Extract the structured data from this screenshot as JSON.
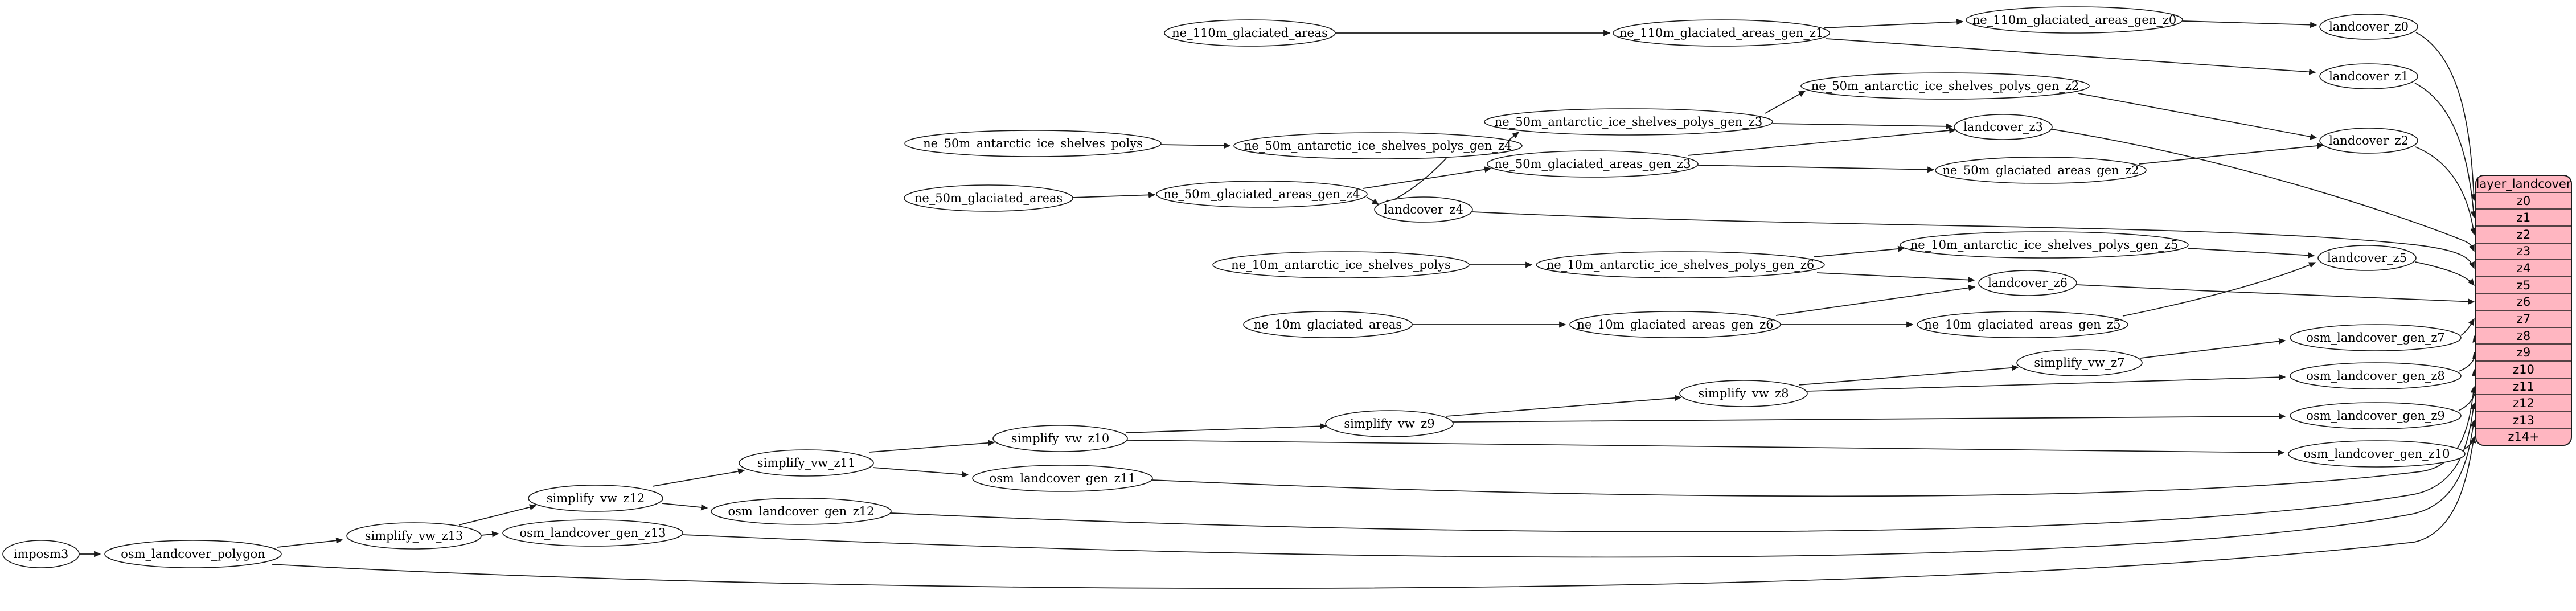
{
  "diagram_type": "graphviz-dependency-graph",
  "colors": {
    "background": "#ffffff",
    "node_fill": "#ffffff",
    "node_border": "#1a1a1a",
    "edge": "#1a1a1a",
    "table_fill": "#ffb6c1",
    "table_border": "#1a1a1a",
    "text": "#000000"
  },
  "nodes": {
    "imposm3": "imposm3",
    "osm_landcover_polygon": "osm_landcover_polygon",
    "simplify_vw_z13": "simplify_vw_z13",
    "osm_landcover_gen_z13": "osm_landcover_gen_z13",
    "simplify_vw_z12": "simplify_vw_z12",
    "osm_landcover_gen_z12": "osm_landcover_gen_z12",
    "simplify_vw_z11": "simplify_vw_z11",
    "osm_landcover_gen_z11": "osm_landcover_gen_z11",
    "simplify_vw_z10": "simplify_vw_z10",
    "simplify_vw_z9": "simplify_vw_z9",
    "simplify_vw_z8": "simplify_vw_z8",
    "simplify_vw_z7": "simplify_vw_z7",
    "osm_landcover_gen_z7": "osm_landcover_gen_z7",
    "osm_landcover_gen_z8": "osm_landcover_gen_z8",
    "osm_landcover_gen_z9": "osm_landcover_gen_z9",
    "osm_landcover_gen_z10": "osm_landcover_gen_z10",
    "ne_110m_glaciated_areas": "ne_110m_glaciated_areas",
    "ne_110m_glaciated_areas_gen_z1": "ne_110m_glaciated_areas_gen_z1",
    "ne_110m_glaciated_areas_gen_z0": "ne_110m_glaciated_areas_gen_z0",
    "landcover_z0": "landcover_z0",
    "landcover_z1": "landcover_z1",
    "landcover_z2": "landcover_z2",
    "ne_50m_antarctic_ice_shelves_polys": "ne_50m_antarctic_ice_shelves_polys",
    "ne_50m_antarctic_ice_shelves_polys_gen_z4": "ne_50m_antarctic_ice_shelves_polys_gen_z4",
    "ne_50m_antarctic_ice_shelves_polys_gen_z3": "ne_50m_antarctic_ice_shelves_polys_gen_z3",
    "ne_50m_antarctic_ice_shelves_polys_gen_z2": "ne_50m_antarctic_ice_shelves_polys_gen_z2",
    "landcover_z3": "landcover_z3",
    "ne_50m_glaciated_areas": "ne_50m_glaciated_areas",
    "ne_50m_glaciated_areas_gen_z4": "ne_50m_glaciated_areas_gen_z4",
    "ne_50m_glaciated_areas_gen_z3": "ne_50m_glaciated_areas_gen_z3",
    "ne_50m_glaciated_areas_gen_z2": "ne_50m_glaciated_areas_gen_z2",
    "landcover_z4": "landcover_z4",
    "ne_10m_antarctic_ice_shelves_polys": "ne_10m_antarctic_ice_shelves_polys",
    "ne_10m_antarctic_ice_shelves_polys_gen_z6": "ne_10m_antarctic_ice_shelves_polys_gen_z6",
    "ne_10m_antarctic_ice_shelves_polys_gen_z5": "ne_10m_antarctic_ice_shelves_polys_gen_z5",
    "landcover_z5": "landcover_z5",
    "landcover_z6": "landcover_z6",
    "ne_10m_glaciated_areas": "ne_10m_glaciated_areas",
    "ne_10m_glaciated_areas_gen_z6": "ne_10m_glaciated_areas_gen_z6",
    "ne_10m_glaciated_areas_gen_z5": "ne_10m_glaciated_areas_gen_z5"
  },
  "table": {
    "header": "layer_landcover",
    "rows": [
      "z0",
      "z1",
      "z2",
      "z3",
      "z4",
      "z5",
      "z6",
      "z7",
      "z8",
      "z9",
      "z10",
      "z11",
      "z12",
      "z13",
      "z14+"
    ]
  },
  "edges": [
    "imposm3 -> osm_landcover_polygon",
    "osm_landcover_polygon -> simplify_vw_z13",
    "osm_landcover_polygon -> layer_landcover:z14+",
    "simplify_vw_z13 -> osm_landcover_gen_z13",
    "simplify_vw_z13 -> simplify_vw_z12",
    "osm_landcover_gen_z13 -> layer_landcover:z13",
    "simplify_vw_z12 -> osm_landcover_gen_z12",
    "simplify_vw_z12 -> simplify_vw_z11",
    "osm_landcover_gen_z12 -> layer_landcover:z12",
    "simplify_vw_z11 -> osm_landcover_gen_z11",
    "simplify_vw_z11 -> simplify_vw_z10",
    "osm_landcover_gen_z11 -> layer_landcover:z11",
    "simplify_vw_z10 -> osm_landcover_gen_z10",
    "simplify_vw_z10 -> simplify_vw_z9",
    "osm_landcover_gen_z10 -> layer_landcover:z10",
    "simplify_vw_z9 -> osm_landcover_gen_z9",
    "simplify_vw_z9 -> simplify_vw_z8",
    "osm_landcover_gen_z9 -> layer_landcover:z9",
    "simplify_vw_z8 -> osm_landcover_gen_z8",
    "simplify_vw_z8 -> simplify_vw_z7",
    "osm_landcover_gen_z8 -> layer_landcover:z8",
    "simplify_vw_z7 -> osm_landcover_gen_z7",
    "osm_landcover_gen_z7 -> layer_landcover:z7",
    "ne_110m_glaciated_areas -> ne_110m_glaciated_areas_gen_z1",
    "ne_110m_glaciated_areas_gen_z1 -> ne_110m_glaciated_areas_gen_z0",
    "ne_110m_glaciated_areas_gen_z1 -> landcover_z1",
    "ne_110m_glaciated_areas_gen_z0 -> landcover_z0",
    "landcover_z0 -> layer_landcover:z0",
    "landcover_z1 -> layer_landcover:z1",
    "landcover_z2 -> layer_landcover:z2",
    "ne_50m_antarctic_ice_shelves_polys -> ne_50m_antarctic_ice_shelves_polys_gen_z4",
    "ne_50m_antarctic_ice_shelves_polys_gen_z4 -> ne_50m_antarctic_ice_shelves_polys_gen_z3",
    "ne_50m_antarctic_ice_shelves_polys_gen_z3 -> ne_50m_antarctic_ice_shelves_polys_gen_z2",
    "ne_50m_antarctic_ice_shelves_polys_gen_z2 -> landcover_z2",
    "ne_50m_antarctic_ice_shelves_polys_gen_z3 -> landcover_z3",
    "ne_50m_antarctic_ice_shelves_polys_gen_z4 -> landcover_z4",
    "ne_50m_glaciated_areas -> ne_50m_glaciated_areas_gen_z4",
    "ne_50m_glaciated_areas_gen_z4 -> ne_50m_glaciated_areas_gen_z3",
    "ne_50m_glaciated_areas_gen_z3 -> ne_50m_glaciated_areas_gen_z2",
    "ne_50m_glaciated_areas_gen_z3 -> landcover_z3",
    "ne_50m_glaciated_areas_gen_z2 -> landcover_z2",
    "ne_50m_glaciated_areas_gen_z4 -> landcover_z4",
    "landcover_z3 -> layer_landcover:z3",
    "landcover_z4 -> layer_landcover:z4",
    "ne_10m_antarctic_ice_shelves_polys -> ne_10m_antarctic_ice_shelves_polys_gen_z6",
    "ne_10m_antarctic_ice_shelves_polys_gen_z6 -> ne_10m_antarctic_ice_shelves_polys_gen_z5",
    "ne_10m_antarctic_ice_shelves_polys_gen_z5 -> landcover_z5",
    "ne_10m_antarctic_ice_shelves_polys_gen_z6 -> landcover_z6",
    "ne_10m_glaciated_areas -> ne_10m_glaciated_areas_gen_z6",
    "ne_10m_glaciated_areas_gen_z6 -> ne_10m_glaciated_areas_gen_z5",
    "ne_10m_glaciated_areas_gen_z5 -> landcover_z5",
    "ne_10m_glaciated_areas_gen_z6 -> landcover_z6",
    "landcover_z5 -> layer_landcover:z5",
    "landcover_z6 -> layer_landcover:z6"
  ]
}
